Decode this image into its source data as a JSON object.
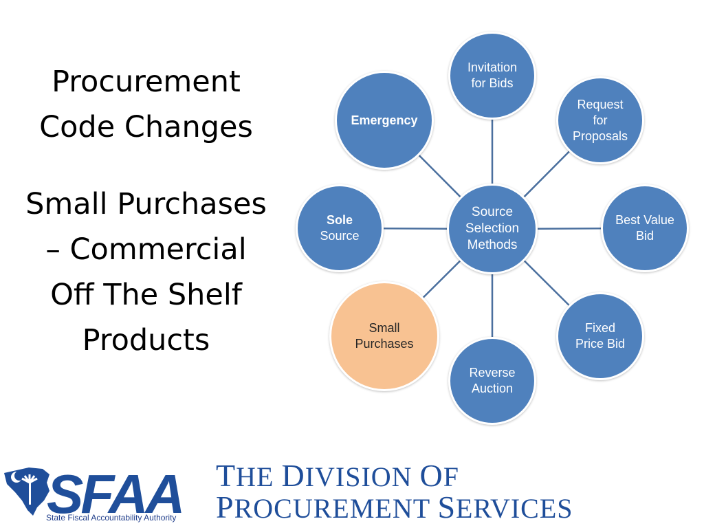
{
  "title": {
    "lines": [
      "Procurement",
      "Code Changes"
    ],
    "subtitle_lines": [
      "Small Purchases",
      "– Commercial",
      "Off The Shelf",
      "Products"
    ]
  },
  "diagram": {
    "center": {
      "lines": [
        "Source",
        "Selection",
        "Methods"
      ]
    },
    "nodes": [
      {
        "id": "invitation-for-bids",
        "lines": [
          "Invitation",
          "for Bids"
        ],
        "bold": false
      },
      {
        "id": "request-for-proposals",
        "lines": [
          "Request",
          "for",
          "Proposals"
        ],
        "bold": false
      },
      {
        "id": "best-value-bid",
        "lines": [
          "Best Value",
          "Bid"
        ],
        "bold": false
      },
      {
        "id": "fixed-price-bid",
        "lines": [
          "Fixed",
          "Price Bid"
        ],
        "bold": false
      },
      {
        "id": "reverse-auction",
        "lines": [
          "Reverse",
          "Auction"
        ],
        "bold": false
      },
      {
        "id": "small-purchases",
        "lines": [
          "Small",
          "Purchases"
        ],
        "bold": false,
        "highlight": true
      },
      {
        "id": "sole-source",
        "lines": [
          "Sole",
          "Source"
        ],
        "bold_first": true
      },
      {
        "id": "emergency",
        "lines": [
          "Emergency"
        ],
        "bold": true
      }
    ],
    "colors": {
      "node": "#4f81bd",
      "highlight": "#f8c292",
      "connector": "#4a6f9e"
    }
  },
  "footer": {
    "logo_text": "SFAA",
    "logo_tagline": "State Fiscal Accountability Authority",
    "division_line1": "The Division Of",
    "division_line2": "Procurement Services",
    "brand_color": "#1f4e9a"
  }
}
